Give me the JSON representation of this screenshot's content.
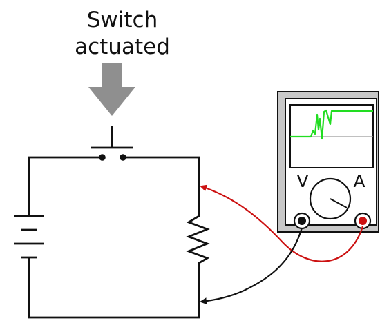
{
  "annotation": {
    "line1": "Switch",
    "line2": "actuated"
  },
  "meter": {
    "voltage_label": "V",
    "current_label": "A"
  },
  "colors": {
    "arrow": "#8f8f8f",
    "wire": "#111111",
    "trace": "#22dd22",
    "meter_case": "#c8c8c8",
    "red_lead": "#cc1111",
    "black_lead": "#111111"
  }
}
